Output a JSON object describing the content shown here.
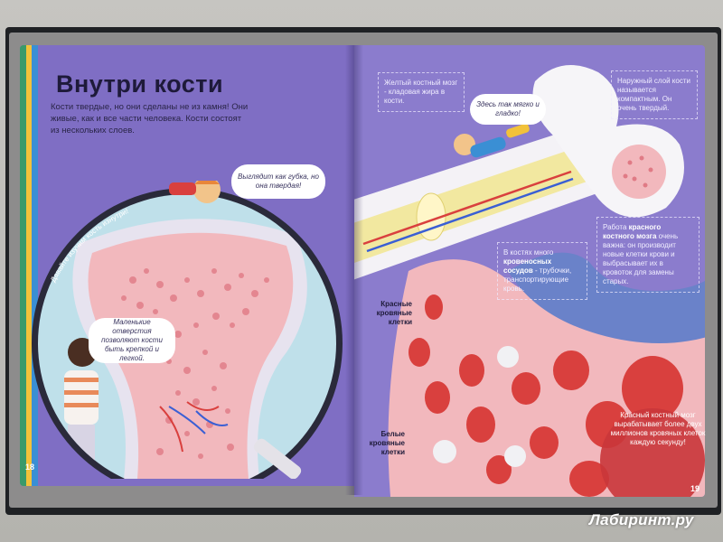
{
  "left_page": {
    "title": "Внутри кости",
    "intro": "Кости твердые, но они сделаны не из камня! Они живые, как и все части человека. Кости состоят из нескольких слоев.",
    "arc_caption": "Давайте изучим кость изнутри!",
    "bubble_sponge": "Выглядит как губка, но она твердая!",
    "bubble_holes": "Маленькие отверстия позволяют кости быть крепкой и легкой.",
    "page_number": "18",
    "stripe_colors": [
      "#3a9a6a",
      "#f2c23a",
      "#3a8fd4"
    ]
  },
  "right_page": {
    "note_yellow_marrow": "Желтый костный мозг - кладовая жира в кости.",
    "bubble_soft": "Здесь так мягко и гладко!",
    "note_outer_layer": "Наружный слой кости называется компактным. Он очень твердый.",
    "note_red_marrow_prefix": "Работа ",
    "note_red_marrow_bold": "красного костного мозга",
    "note_red_marrow_suffix": " очень важна: он производит новые клетки крови и выбрасывает их в кровоток для замены старых.",
    "note_vessels_prefix": "В костях много ",
    "note_vessels_bold": "кровеносных сосудов",
    "note_vessels_suffix": " - трубочки, транспортирующие кровь.",
    "label_red_cells": "Красные кровяные клетки",
    "label_white_cells": "Белые кровяные клетки",
    "red_marrow_fact": "Красный костный мозг вырабатывает более двух миллионов кровяных клеток каждую секунду!",
    "page_number": "19"
  },
  "watermark": "Лабиринт.ру"
}
